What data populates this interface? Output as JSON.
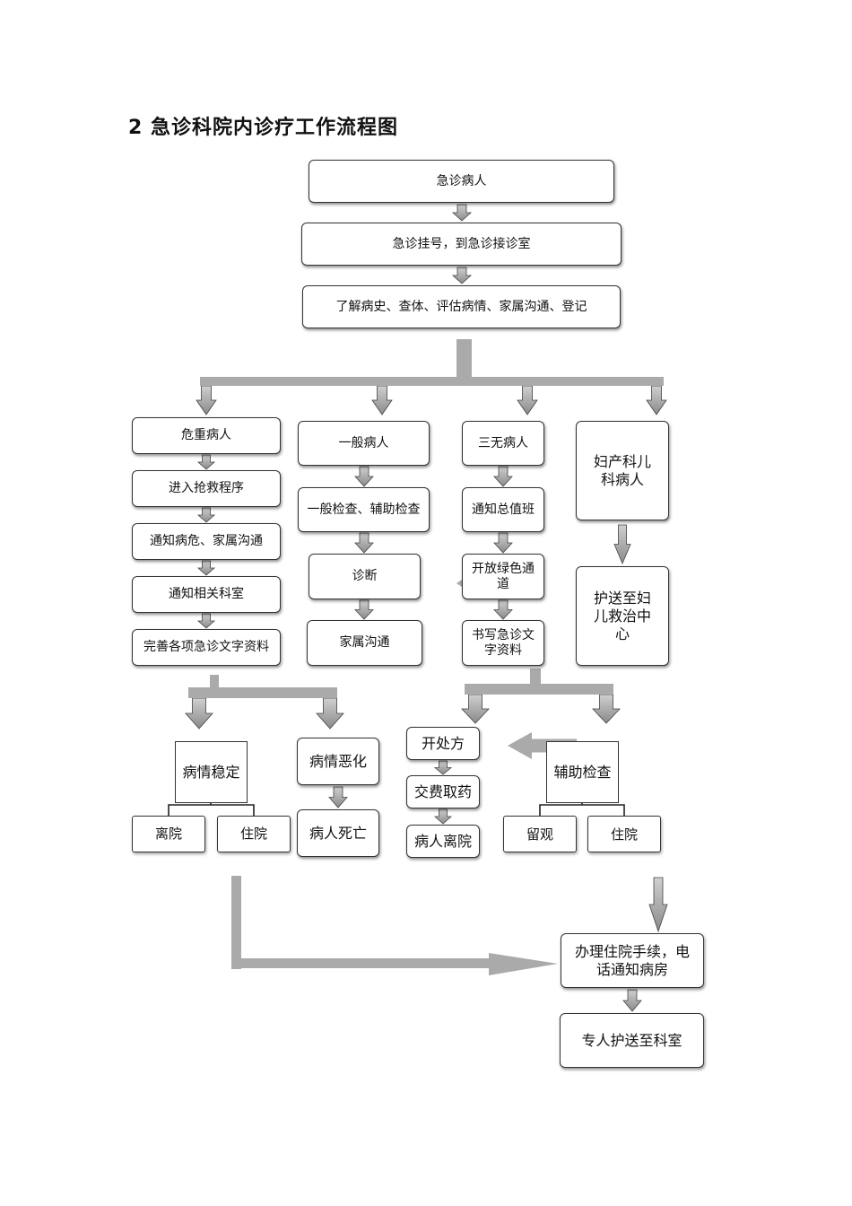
{
  "title": "2  急诊科院内诊疗工作流程图",
  "nodes": {
    "emergency_patient": "急诊病人",
    "register": "急诊挂号，到急诊接诊室",
    "assess": "了解病史、查体、评估病情、家属沟通、登记",
    "critical": "危重病人",
    "rescue": "进入抢救程序",
    "notify_critical": "通知病危、家属沟通",
    "notify_dept": "通知相关科室",
    "complete_docs": "完善各项急诊文字资料",
    "general": "一般病人",
    "general_exam": "一般检查、辅助检查",
    "diagnosis": "诊断",
    "family_comm": "家属沟通",
    "three_none": "三无病人",
    "notify_duty": "通知总值班",
    "green_channel": "开放绿色通道",
    "write_docs": "书写急诊文字资料",
    "obstetric": "妇产科儿科病人",
    "escort_center": "护送至妇儿救治中心",
    "stable": "病情稳定",
    "worse": "病情恶化",
    "discharge": "离院",
    "admit_left": "住院",
    "death": "病人死亡",
    "prescribe": "开处方",
    "pay_medicine": "交费取药",
    "patient_leave": "病人离院",
    "aux_exam": "辅助检查",
    "observe": "留观",
    "admit_right": "住院",
    "admission_proc": "办理住院手续，电话通知病房",
    "escort_ward": "专人护送至科室"
  }
}
